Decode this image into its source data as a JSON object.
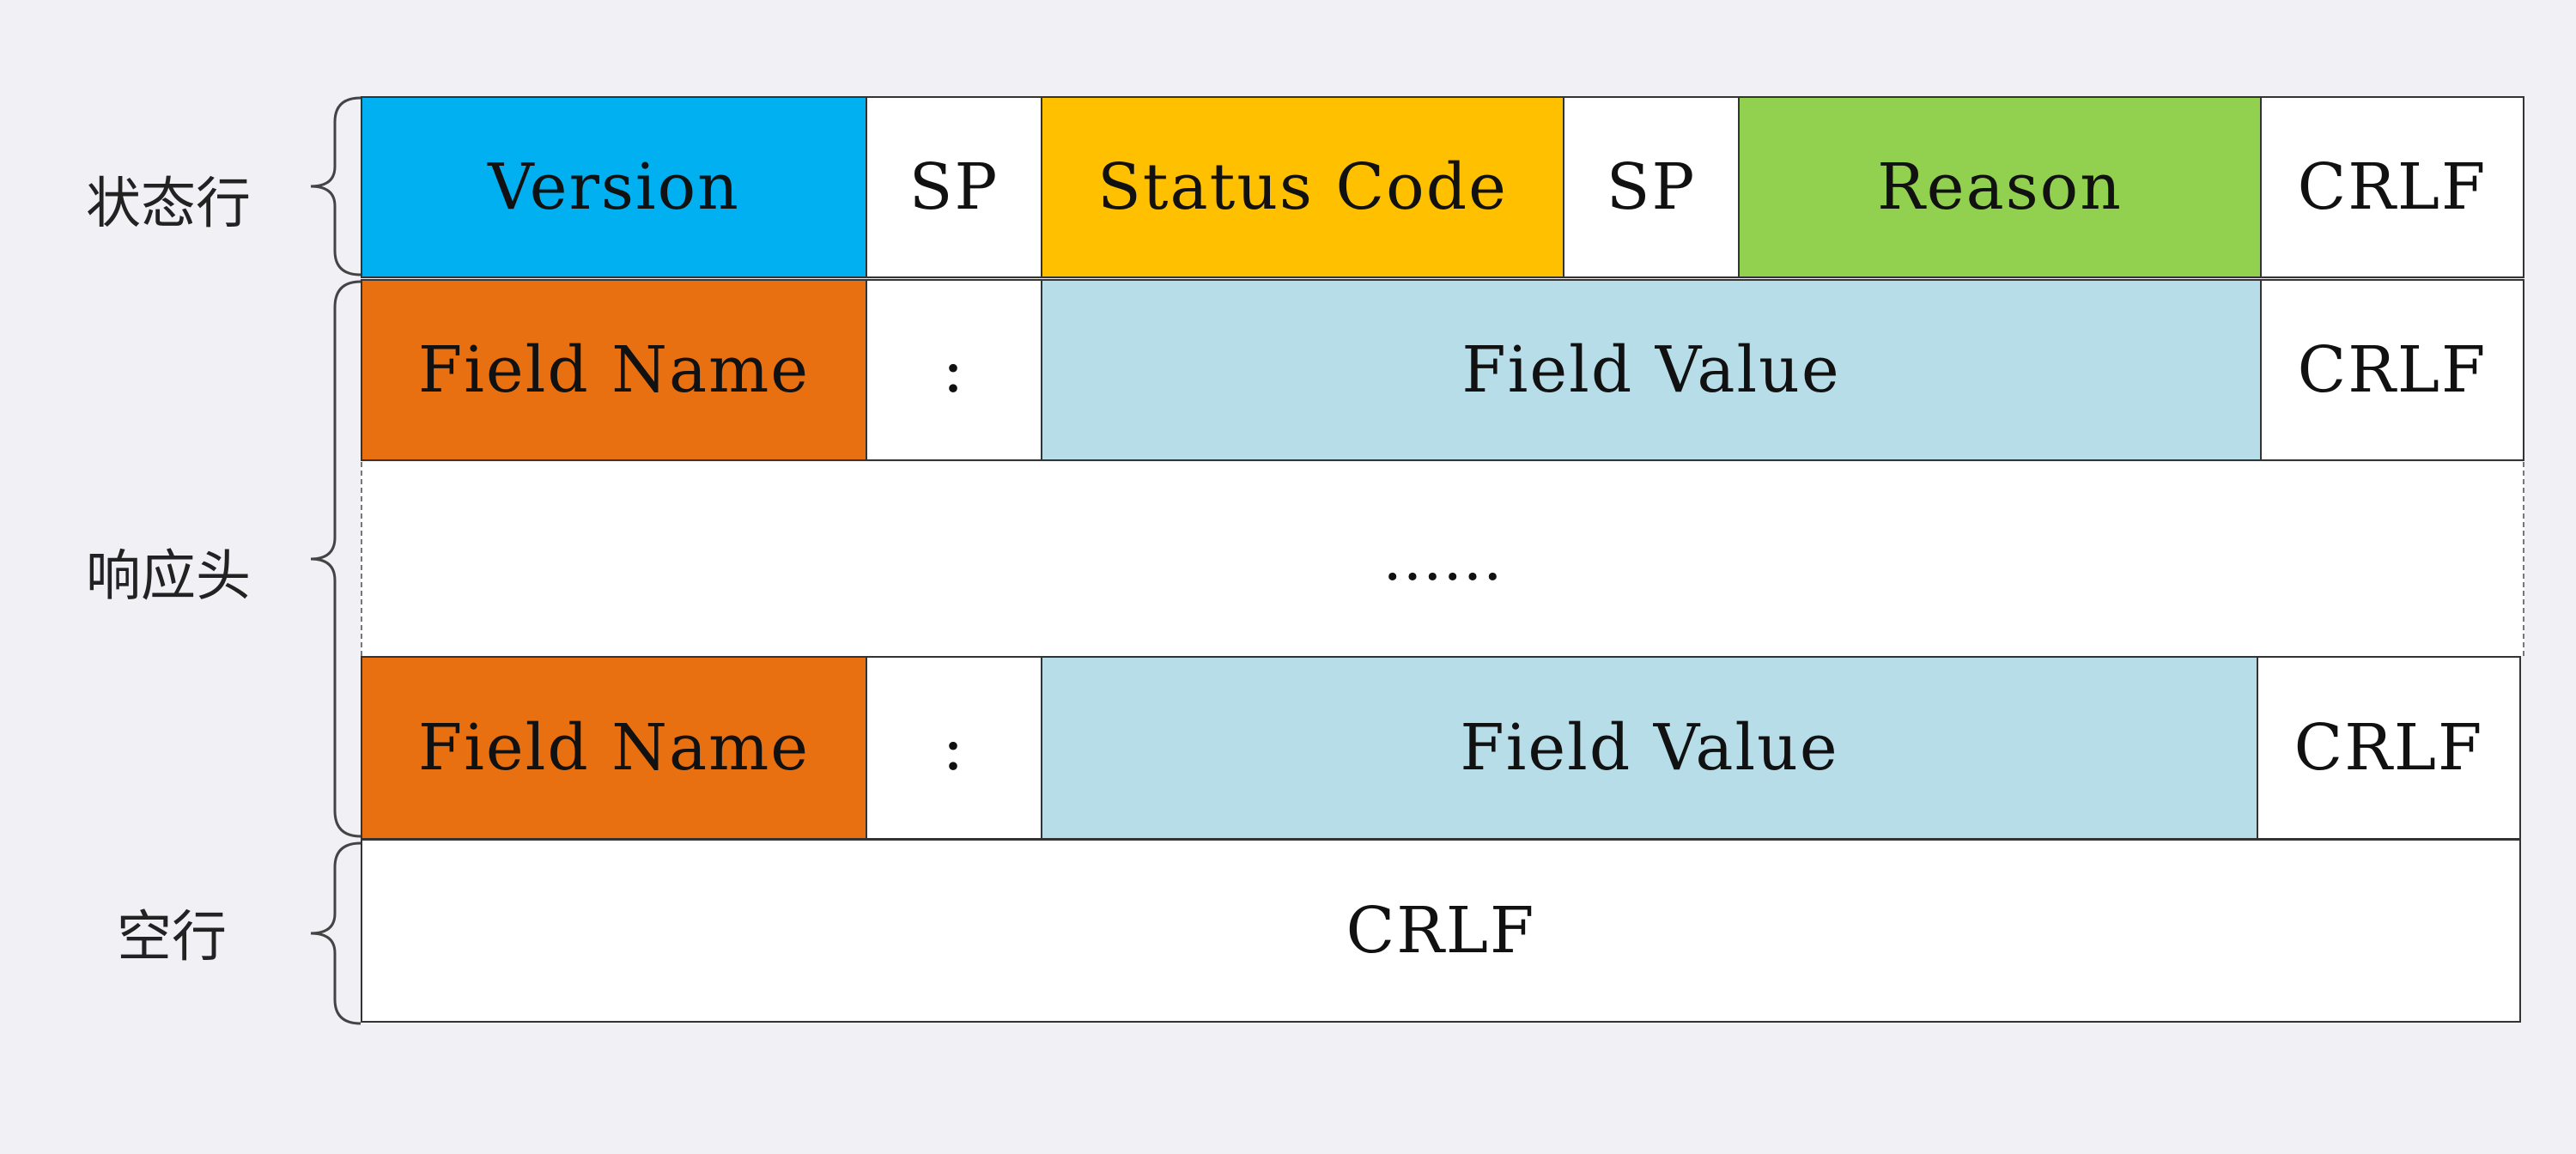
{
  "colors": {
    "version": "#00b0f0",
    "status_code": "#ffc000",
    "reason": "#92d050",
    "field_name": "#e97010",
    "field_value": "#b7dde8",
    "plain": "#ffffff",
    "background": "#f1f0f5"
  },
  "sections": {
    "status_line": "状态行",
    "response_headers": "响应头",
    "blank_line": "空行"
  },
  "status_line": {
    "version": "Version",
    "sp1": "SP",
    "status_code": "Status Code",
    "sp2": "SP",
    "reason": "Reason",
    "crlf": "CRLF"
  },
  "header_rows": [
    {
      "field_name": "Field Name",
      "colon": ":",
      "field_value": "Field Value",
      "crlf": "CRLF"
    },
    {
      "field_name": "Field Name",
      "colon": ":",
      "field_value": "Field Value",
      "crlf": "CRLF"
    }
  ],
  "ellipsis": "……",
  "blank_line_crlf": "CRLF"
}
